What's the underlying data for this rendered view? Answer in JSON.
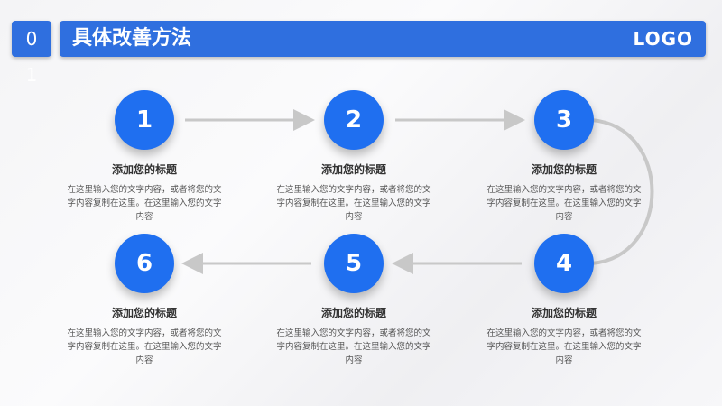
{
  "header": {
    "number": "01",
    "title": "具体改善方法",
    "logo": "LOGO"
  },
  "colors": {
    "accent": "#2f6fdf",
    "circle": "#1f6ff0",
    "connector": "#c8c8c8"
  },
  "steps": [
    {
      "num": "1",
      "title": "添加您的标题",
      "desc": "在这里输入您的文字内容，或者将您的文字内容复制在这里。在这里输入您的文字内容"
    },
    {
      "num": "2",
      "title": "添加您的标题",
      "desc": "在这里输入您的文字内容，或者将您的文字内容复制在这里。在这里输入您的文字内容"
    },
    {
      "num": "3",
      "title": "添加您的标题",
      "desc": "在这里输入您的文字内容，或者将您的文字内容复制在这里。在这里输入您的文字内容"
    },
    {
      "num": "4",
      "title": "添加您的标题",
      "desc": "在这里输入您的文字内容，或者将您的文字内容复制在这里。在这里输入您的文字内容"
    },
    {
      "num": "5",
      "title": "添加您的标题",
      "desc": "在这里输入您的文字内容，或者将您的文字内容复制在这里。在这里输入您的文字内容"
    },
    {
      "num": "6",
      "title": "添加您的标题",
      "desc": "在这里输入您的文字内容，或者将您的文字内容复制在这里。在这里输入您的文字内容"
    }
  ]
}
